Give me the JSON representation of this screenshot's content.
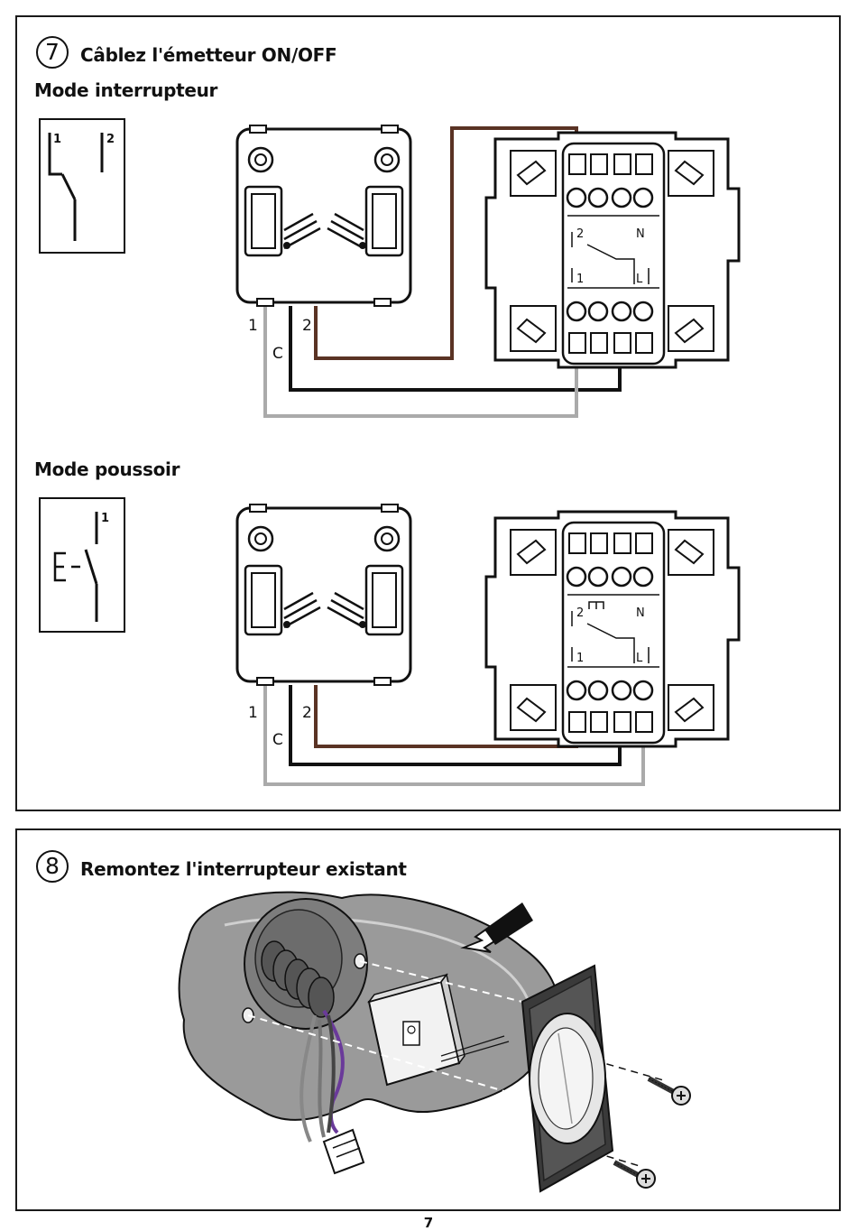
{
  "step7": {
    "number": "7",
    "title": "Câblez l'émetteur ON/OFF",
    "mode_switch": {
      "heading": "Mode interrupteur",
      "symbol_labels": [
        "1",
        "2"
      ],
      "transmitter_labels": {
        "t1": "1",
        "t2": "2",
        "c": "C"
      },
      "switch_labels": {
        "up2": "2",
        "n": "N",
        "down1": "1",
        "l": "L"
      }
    },
    "mode_push": {
      "heading": "Mode poussoir",
      "symbol_labels": [
        "1"
      ],
      "transmitter_labels": {
        "t1": "1",
        "t2": "2",
        "c": "C"
      },
      "switch_labels": {
        "up2": "2",
        "n": "N",
        "down1": "1",
        "l": "L"
      }
    }
  },
  "step8": {
    "number": "8",
    "title": "Remontez l'interrupteur existant"
  },
  "wire_colors": {
    "brown": "#5a3324",
    "black": "#111111",
    "grey": "#aaaaaa",
    "purple": "#6a3a9a"
  },
  "page_number": "7"
}
